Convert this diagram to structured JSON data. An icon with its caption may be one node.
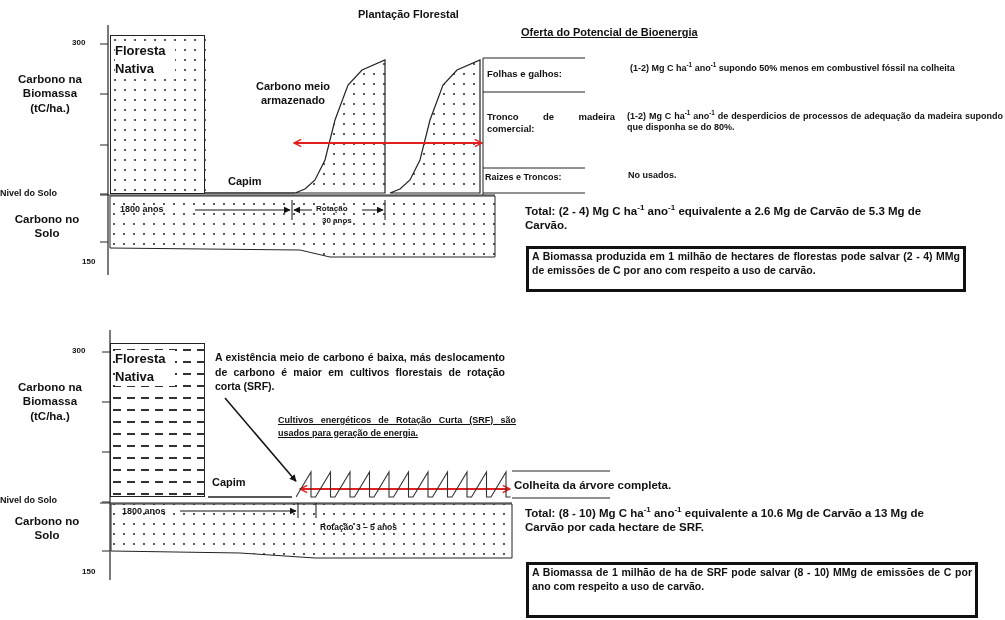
{
  "diagram": {
    "nodes": [
      {
        "text": [
          "Floresta Nativa"
        ]
      },
      {
        "text": [
          "A Biomassa produzida em 1 milhão de hectares de florestas pode salvar (2 - 4) MMg de emissões de C por ano com respeito a uso de carvão."
        ]
      },
      {
        "text": [
          "Floresta Nativa"
        ]
      },
      {
        "text": [
          "A existência meio de carbono é baixa, más deslocamento de carbono é maior em cultivos florestais de rotação corta (SRF)."
        ]
      },
      {
        "text": [
          "Cultivos energéticos de Rotação Curta (SRF) são usados para geração de energia."
        ]
      },
      {
        "text": [
          "A Biomassa de 1 milhão de ha de SRF pode salvar (8 - 10) MMg de emissões de C por ano com respeito a uso de carvão."
        ]
      },
      {
        "text": [],
        "shape": "picture"
      }
    ],
    "edges": [
      {
        "from": 3,
        "to": 6,
        "arrow": "to"
      }
    ],
    "labels": [
      "Plantação Florestal",
      "300",
      "Carbono na Biomassa (tC/ha.)",
      "Carbono meio armazenado",
      "Capim",
      "Nivel do Solo",
      "Carbono no Solo",
      "1800 anos",
      "Rotação",
      "30 anos",
      "150",
      "Oferta do Potencial de Bioenergia",
      "Folhas e galhos:",
      "(1-2) Mg C ha$^{-1}$ ano$^{-1}$ supondo 50% menos em combustivel fóssil na colheita",
      "Tronco de madeira comercial:",
      "(1-2) Mg C ha$^{-1}$ ano$^{-1}$ de desperdicios de processos de adequação da madeira supondo que disponha se do 80%.",
      "Raizes e Troncos:",
      "No usados.",
      "Total: (2 - 4) Mg C ha$^{-1}$ ano$^{-1}$ equivalente a 2.6 Mg de Carvão de 5.3 Mg de Carvão.",
      "300",
      "Carbono na Biomassa (tC/ha.)",
      "Capim",
      "Colheita da árvore completa.",
      "Nivel do Solo",
      "Carbono no Solo",
      "1800 anos",
      "Rotação 3 – 5 anos",
      "Total: (8 - 10) Mg C ha$^{-1}$ ano$^{-1}$ equivalente a 10.6 Mg de Carvão a 13 Mg de Carvão por cada hectare de SRF.",
      "150"
    ]
  }
}
